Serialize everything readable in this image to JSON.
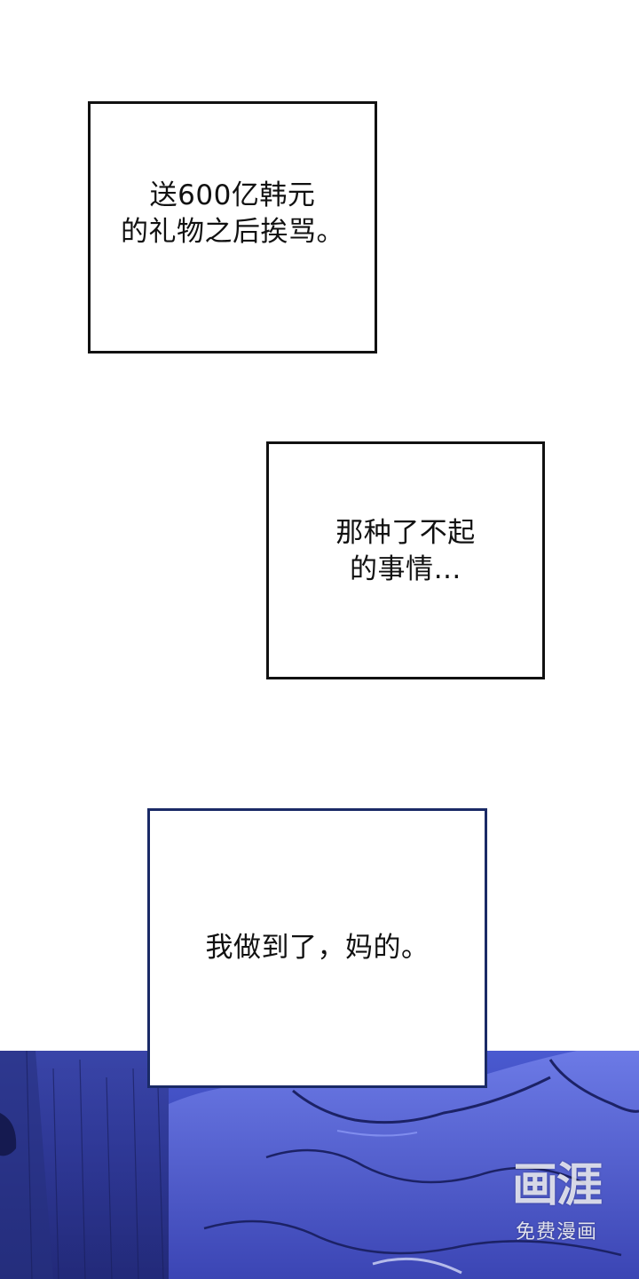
{
  "panels": {
    "caption_1": "送600亿韩元\n的礼物之后挨骂。",
    "caption_2": "那种了不起\n的事情…",
    "caption_3": "我做到了，妈的。"
  },
  "watermark": {
    "logo_text": "画涯",
    "subtitle": "免费漫画"
  },
  "colors": {
    "art_top": "#4a5ad0",
    "art_bottom": "#2a3390",
    "caption_border": "#111111"
  }
}
